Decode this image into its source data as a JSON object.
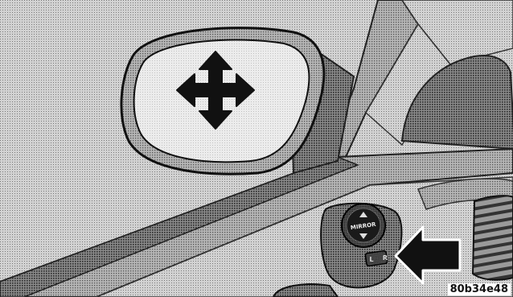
{
  "figure": {
    "code": "80b34e48",
    "knob_label": "MIRROR",
    "switch_letters": {
      "left": "L",
      "right": "R"
    },
    "icons": {
      "mirror_adjust": "four-way-arrow-icon",
      "callout": "pointer-arrow-icon"
    }
  }
}
